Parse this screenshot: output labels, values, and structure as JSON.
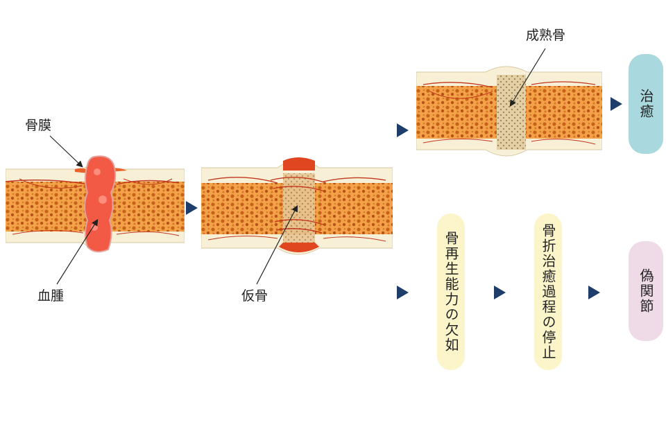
{
  "labels": {
    "periosteum": "骨膜",
    "hematoma": "血腫",
    "callus": "仮骨",
    "mature_bone": "成熟骨"
  },
  "outcomes": {
    "healing": "治癒",
    "pseudarthrosis": "偽関節"
  },
  "conditions": {
    "lack_regeneration": "骨再生能力の欠如",
    "healing_stop": "骨折治癒過程の停止"
  },
  "colors": {
    "arrow": "#1f3d6b",
    "healing_pill": "#a9d8de",
    "condition_pill": "#fbf5c9",
    "pseudarthrosis_pill": "#efdbe8",
    "marrow": "#e8892e",
    "hematoma": "#f0584a",
    "cortex": "#f8f2dc"
  }
}
